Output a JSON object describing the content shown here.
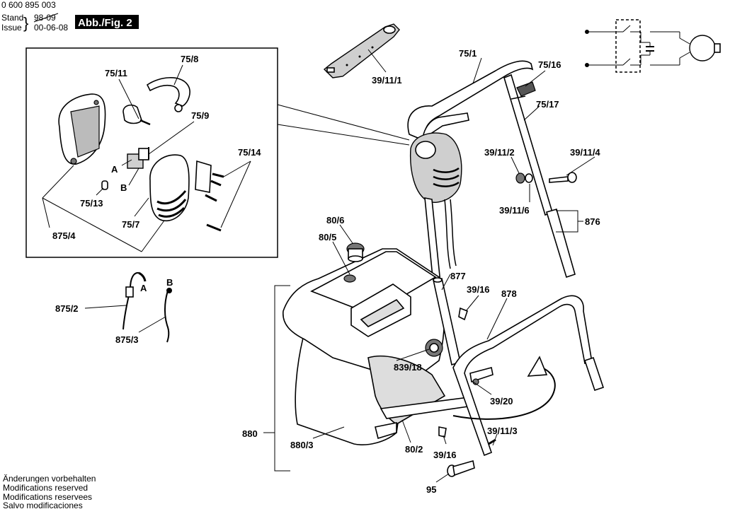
{
  "header": {
    "part_number": "0 600 895 003",
    "stand_label": "Stand",
    "stand_old": "98-09",
    "issue_label": "Issue",
    "issue_date": "00-06-08",
    "figure_badge": "Abb./Fig. 2"
  },
  "footer": {
    "lines": [
      "Änderungen vorbehalten",
      "Modifications reserved",
      "Modifications reservees",
      "Salvo modificaciones"
    ]
  },
  "part_labels": {
    "p75_8": "75/8",
    "p75_11": "75/11",
    "p75_9": "75/9",
    "p75_14": "75/14",
    "pA_inset": "A",
    "pB_inset": "B",
    "p75_13": "75/13",
    "p75_7": "75/7",
    "p875_4": "875/4",
    "p39_11_1": "39/11/1",
    "p75_1": "75/1",
    "p75_16": "75/16",
    "p75_17": "75/17",
    "p39_11_2": "39/11/2",
    "p39_11_4": "39/11/4",
    "p39_11_6": "39/11/6",
    "p876": "876",
    "p80_6": "80/6",
    "p80_5": "80/5",
    "p877": "877",
    "p39_16_a": "39/16",
    "p878": "878",
    "pA_cable": "A",
    "pB_cable": "B",
    "p875_2": "875/2",
    "p875_3": "875/3",
    "p839_18": "839/18",
    "p39_20": "39/20",
    "p880": "880",
    "p880_3": "880/3",
    "p80_2": "80/2",
    "p39_16_b": "39/16",
    "p39_11_3": "39/11/3",
    "p95": "95"
  },
  "colors": {
    "ink": "#000000",
    "paper": "#ffffff",
    "shade": "#cfcfcf"
  }
}
